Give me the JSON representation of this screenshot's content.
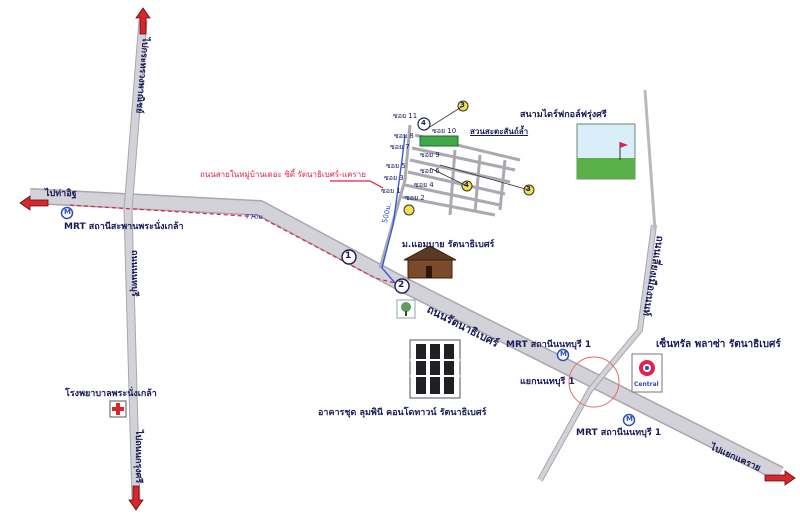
{
  "roads": {
    "main_road": "ถนนรัตนาธิเบศร์",
    "north_vertical": "ไปกระทรวงพาณิชย์",
    "vertical_mid": "ถนนนนทบุรี",
    "south_vertical": "ไปถนนกรุงศรี",
    "west_arrow": "ไปท่าอิฐ",
    "east_arrow": "ไปแยกแคราย",
    "right_diag": "ถนนเลี่ยงเมืองนนท์",
    "soi_red": "ถนนสายในหมู่บ้านเดอะ ซิตี้ รัตนาธิเบศร์-แคราย",
    "dist_770": "770ม.",
    "dist_500": "500ม."
  },
  "stations": {
    "west_mrt": "MRT สถานีสะพานพระนั่งเกล้า",
    "mid_mrt": "MRT สถานีนนทบุรี 1",
    "south_mrt": "MRT สถานีนนทบุรี 1",
    "mrt_glyph": "M"
  },
  "places": {
    "golf": "สนามไดร์ฟกอล์ฟรุ่งศรี",
    "village": "ม.แอมบาย รัตนาธิเบศร์",
    "condo": "อาคารชุด ลุมพินี คอนโดทาวน์ รัตนาธิเบศร์",
    "central": "เซ็นทรัล พลาซ่า รัตนาธิเบศร์",
    "central_logo": "Central",
    "hospital": "โรงพยาบาลพระนั่งเกล้า",
    "intersection": "แยกนนทบุรี 1",
    "park": "สวนสะตะสันถ์ล้ำ"
  },
  "sois": [
    "ซอย 11",
    "ซอย 10",
    "ซอย 9",
    "ซอย 8",
    "ซอย 7",
    "ซอย 6",
    "ซอย 5",
    "ซอย 4",
    "ซอย 3",
    "ซอย 2",
    "ซอย 1"
  ],
  "markers": [
    "1",
    "2",
    "3",
    "4"
  ],
  "colors": {
    "road": "#c9c9cf",
    "road_edge": "#a7a7ad",
    "arrow": "#d8262d",
    "red_path": "#e0204e",
    "blue_path": "#3a5bd6",
    "text": "#1b1b5a",
    "park_green": "#3fa84a",
    "marker_yellow": "#f1e04a"
  }
}
